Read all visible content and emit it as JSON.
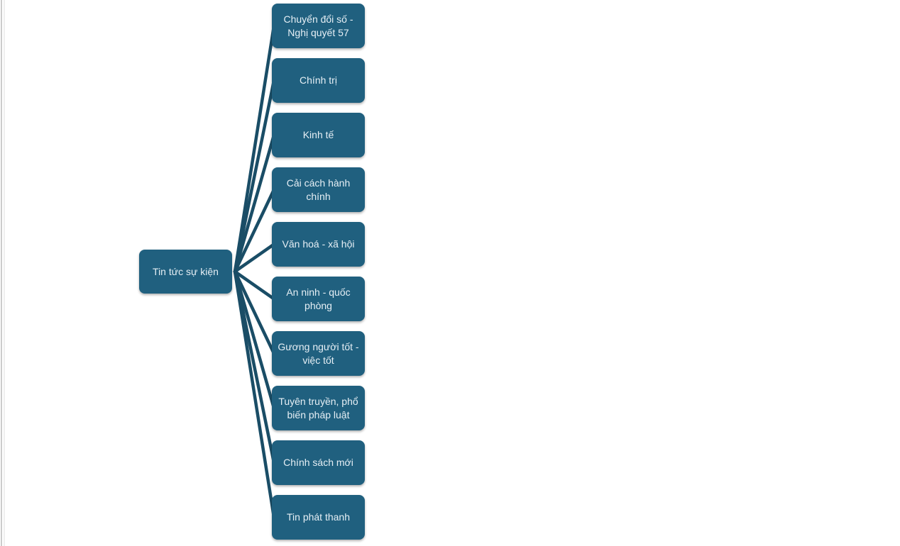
{
  "diagram": {
    "type": "mindmap",
    "root": {
      "label": "Tin tức sự kiện"
    },
    "children": [
      {
        "label": "Chuyển đổi số - Nghị quyết 57"
      },
      {
        "label": "Chính trị"
      },
      {
        "label": "Kinh tế"
      },
      {
        "label": "Cải cách hành chính"
      },
      {
        "label": "Văn hoá - xã hội"
      },
      {
        "label": "An ninh - quốc phòng"
      },
      {
        "label": "Gương người tốt - việc tốt"
      },
      {
        "label": "Tuyên truyền, phổ biến pháp luật"
      },
      {
        "label": "Chính sách mới"
      },
      {
        "label": "Tin phát thanh"
      }
    ],
    "colors": {
      "node_fill": "#20607f",
      "connector": "#1a4d66",
      "node_text": "#e6eff5",
      "background": "#ffffff"
    }
  }
}
